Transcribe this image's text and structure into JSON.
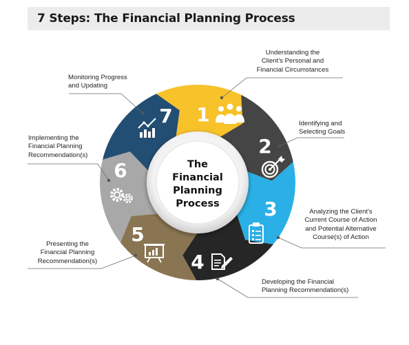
{
  "title": "7 Steps: The Financial Planning Process",
  "center_label": [
    "The",
    "Financial",
    "Planning",
    "Process"
  ],
  "colors": {
    "step1": "#f7c22a",
    "step2": "#454545",
    "step3": "#2ab0e6",
    "step4": "#262626",
    "step5": "#8a7553",
    "step6": "#a8a8a8",
    "step7": "#234e73"
  },
  "steps": [
    {
      "number": "1",
      "icon": "people-group-icon",
      "label": [
        "Understanding the",
        "Client's Personal and",
        "Financial Circumstances"
      ]
    },
    {
      "number": "2",
      "icon": "target-icon",
      "label": [
        "Identifying and",
        "Selecting Goals"
      ]
    },
    {
      "number": "3",
      "icon": "clipboard-checklist-icon",
      "label": [
        "Analyzing the Client's",
        "Current Course of Action",
        "and Potential Alternative",
        "Course(s) of Action"
      ]
    },
    {
      "number": "4",
      "icon": "document-edit-icon",
      "label": [
        "Developing the Financial",
        "Planning Recommendation(s)"
      ]
    },
    {
      "number": "5",
      "icon": "presentation-board-icon",
      "label": [
        "Presenting the",
        "Financial Planning",
        "Recommendation(s)"
      ]
    },
    {
      "number": "6",
      "icon": "gears-icon",
      "label": [
        "Implementing the",
        "Financial Planning",
        "Recommendation(s)"
      ]
    },
    {
      "number": "7",
      "icon": "chart-trend-icon",
      "label": [
        "Monitoring Progress",
        "and Updating"
      ]
    }
  ]
}
